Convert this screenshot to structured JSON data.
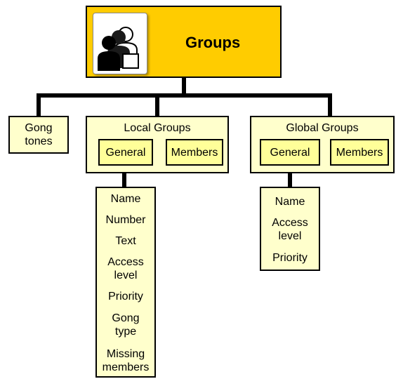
{
  "root": {
    "title": "Groups",
    "icon": "people-group-icon"
  },
  "gong_tones": {
    "label": "Gong\ntones"
  },
  "local_groups": {
    "title": "Local Groups",
    "tabs": [
      "General",
      "Members"
    ],
    "general_items": [
      "Name",
      "Number",
      "Text",
      "Access\nlevel",
      "Priority",
      "Gong\ntype",
      "Missing\nmembers"
    ]
  },
  "global_groups": {
    "title": "Global Groups",
    "tabs": [
      "General",
      "Members"
    ],
    "general_items": [
      "Name",
      "Access\nlevel",
      "Priority"
    ]
  },
  "colors": {
    "title_fill": "#ffcc00",
    "panel_fill": "#ffffcc",
    "tab_fill": "#ffff99",
    "connector": "#000000"
  }
}
